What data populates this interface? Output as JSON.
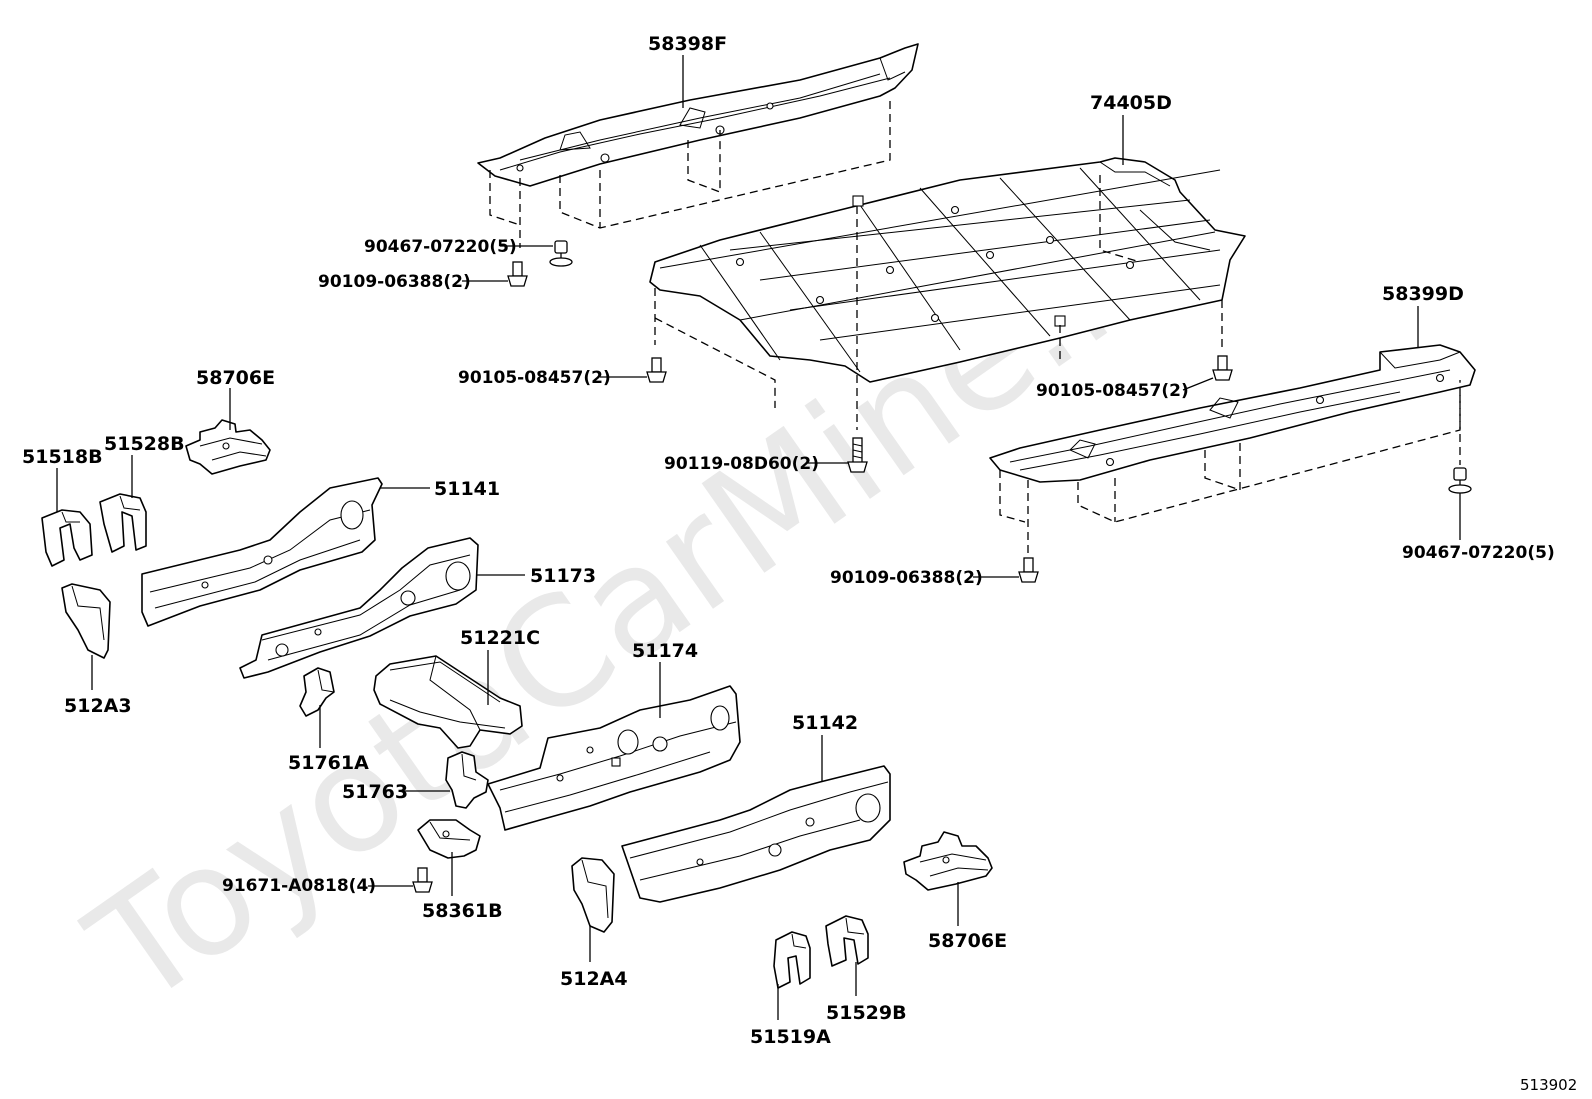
{
  "watermark": "ToyotaCarMine.ru",
  "diagram_code": "513902",
  "labels": {
    "p58398F": "58398F",
    "p74405D": "74405D",
    "p58399D": "58399D",
    "p58706E_top": "58706E",
    "p51518B": "51518B",
    "p51528B": "51528B",
    "p51141": "51141",
    "p51173": "51173",
    "p51221C": "51221C",
    "p51174": "51174",
    "p512A3": "512A3",
    "p51761A": "51761A",
    "p51763": "51763",
    "p51142": "51142",
    "p58361B": "58361B",
    "p512A4": "512A4",
    "p58706E_bottom": "58706E",
    "p51519A": "51519A",
    "p51529B": "51529B",
    "b90467_a": "90467-07220(5)",
    "b90109_a": "90109-06388(2)",
    "b90105_a": "90105-08457(2)",
    "b90105_b": "90105-08457(2)",
    "b90119": "90119-08D60(2)",
    "b90467_b": "90467-07220(5)",
    "b90109_b": "90109-06388(2)",
    "b91671": "91671-A0818(4)"
  }
}
